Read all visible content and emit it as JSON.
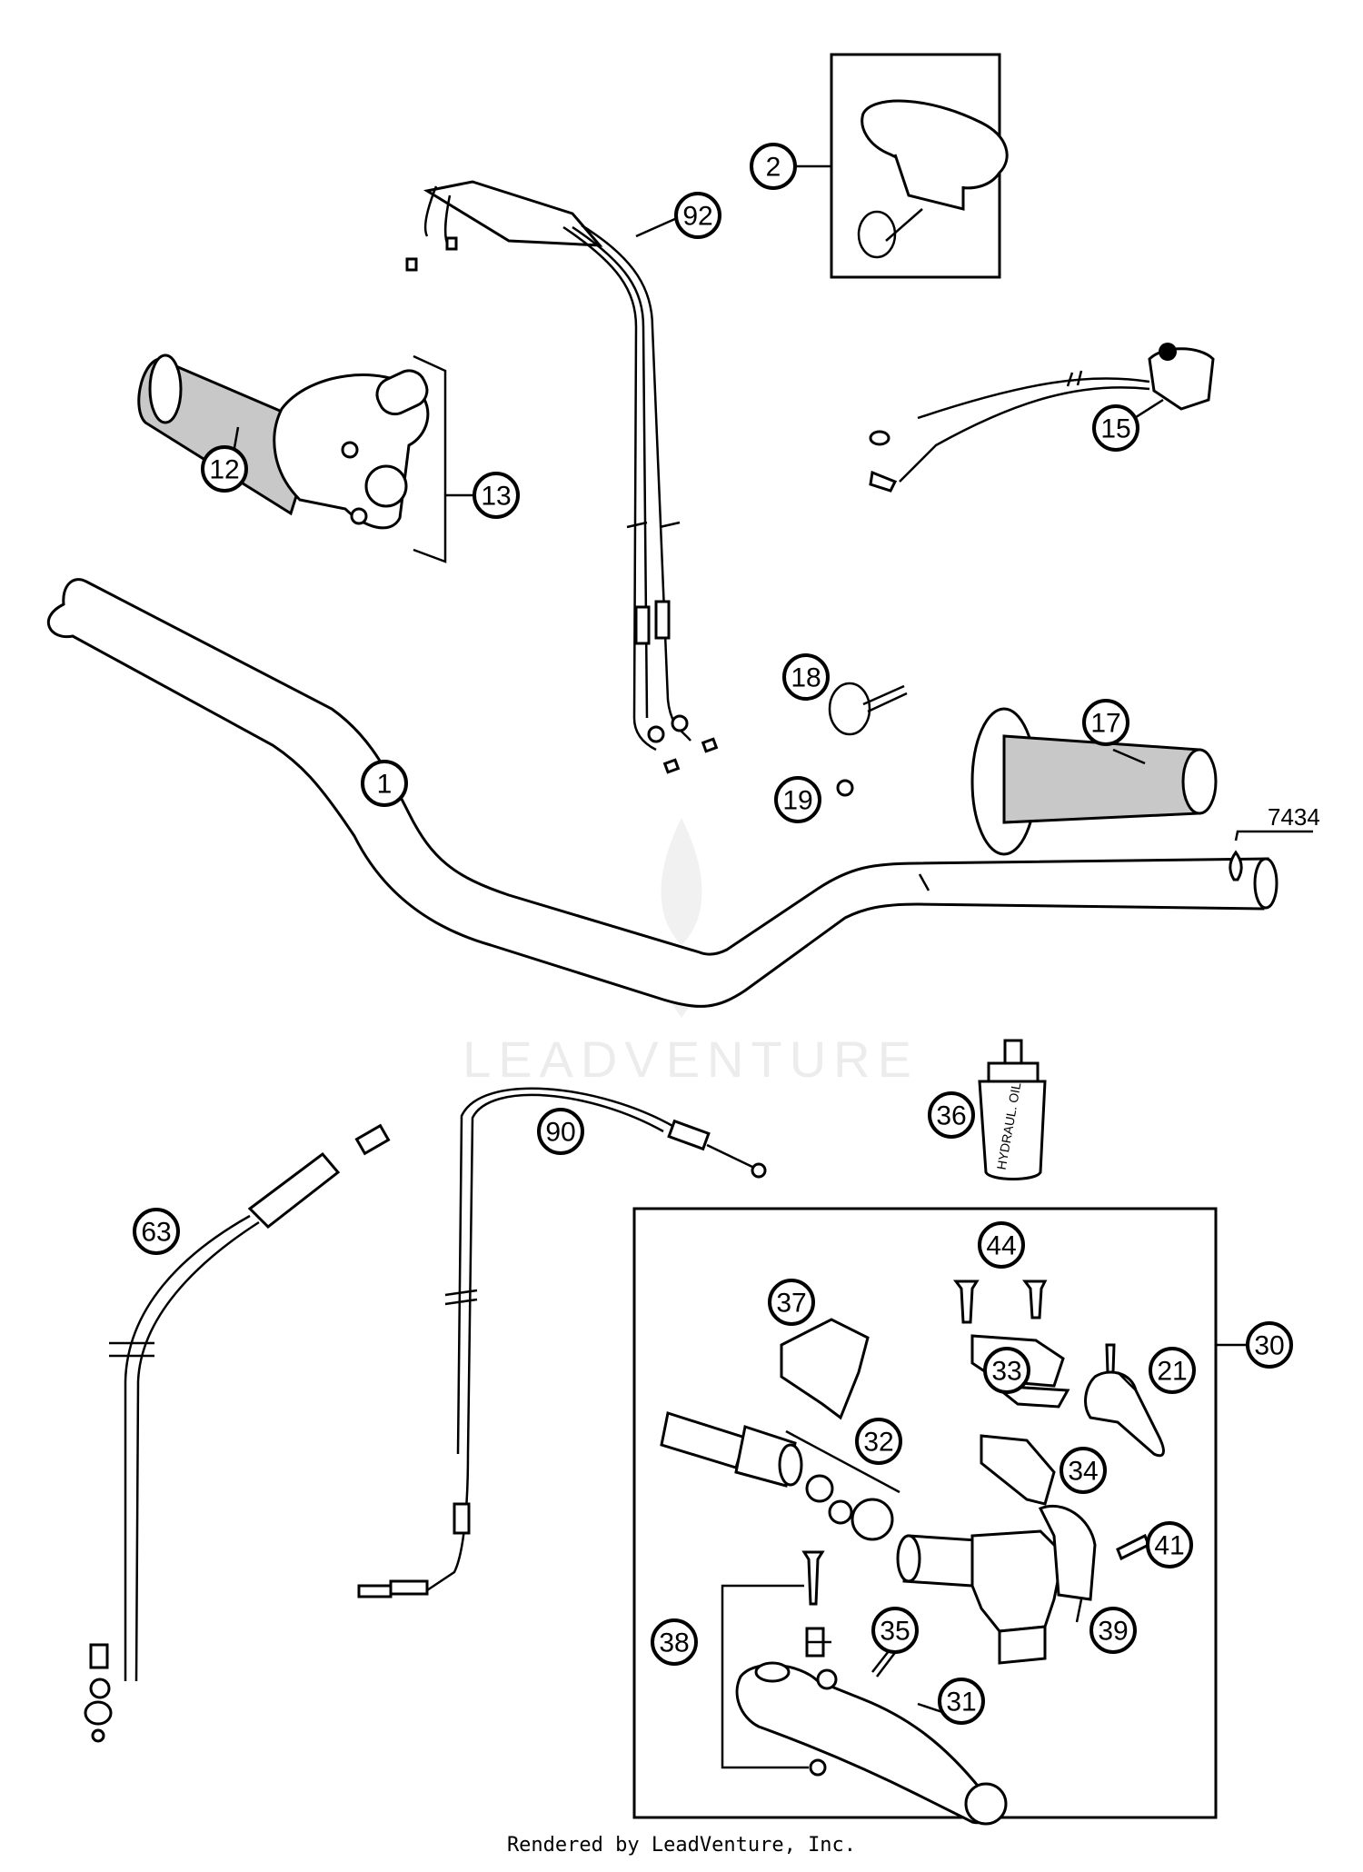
{
  "watermark": "LEADVENTURE",
  "footer": "Rendered by LeadVenture, Inc.",
  "reference_label": "7434",
  "bottle_label": "HYDRAUL. OIL",
  "callouts": [
    {
      "id": "c1",
      "label": "1"
    },
    {
      "id": "c2",
      "label": "2"
    },
    {
      "id": "c12",
      "label": "12"
    },
    {
      "id": "c13",
      "label": "13"
    },
    {
      "id": "c15",
      "label": "15"
    },
    {
      "id": "c17",
      "label": "17"
    },
    {
      "id": "c18",
      "label": "18"
    },
    {
      "id": "c19",
      "label": "19"
    },
    {
      "id": "c21",
      "label": "21"
    },
    {
      "id": "c30",
      "label": "30"
    },
    {
      "id": "c31",
      "label": "31"
    },
    {
      "id": "c32",
      "label": "32"
    },
    {
      "id": "c33",
      "label": "33"
    },
    {
      "id": "c34",
      "label": "34"
    },
    {
      "id": "c35",
      "label": "35"
    },
    {
      "id": "c36",
      "label": "36"
    },
    {
      "id": "c37",
      "label": "37"
    },
    {
      "id": "c38",
      "label": "38"
    },
    {
      "id": "c39",
      "label": "39"
    },
    {
      "id": "c41",
      "label": "41"
    },
    {
      "id": "c44",
      "label": "44"
    },
    {
      "id": "c63",
      "label": "63"
    },
    {
      "id": "c90",
      "label": "90"
    },
    {
      "id": "c92",
      "label": "92"
    }
  ]
}
